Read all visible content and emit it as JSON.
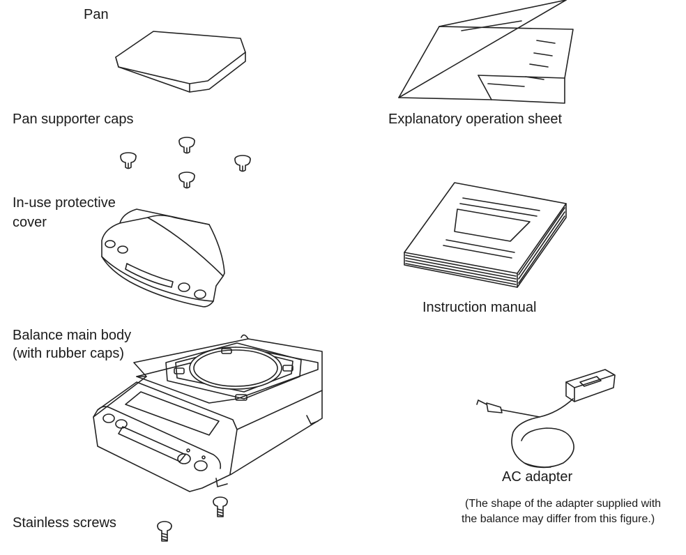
{
  "items": {
    "pan": "Pan",
    "pan_supporter_caps": "Pan supporter caps",
    "protective_cover_line1": "In-use protective",
    "protective_cover_line2": "cover",
    "main_body_line1": "Balance main body",
    "main_body_line2": "(with rubber caps)",
    "stainless_screws": "Stainless screws",
    "operation_sheet": "Explanatory operation sheet",
    "instruction_manual": "Instruction manual",
    "ac_adapter": "AC adapter",
    "adapter_note_line1": "(The shape of the adapter supplied with",
    "adapter_note_line2": "the balance may differ from this figure.)"
  }
}
